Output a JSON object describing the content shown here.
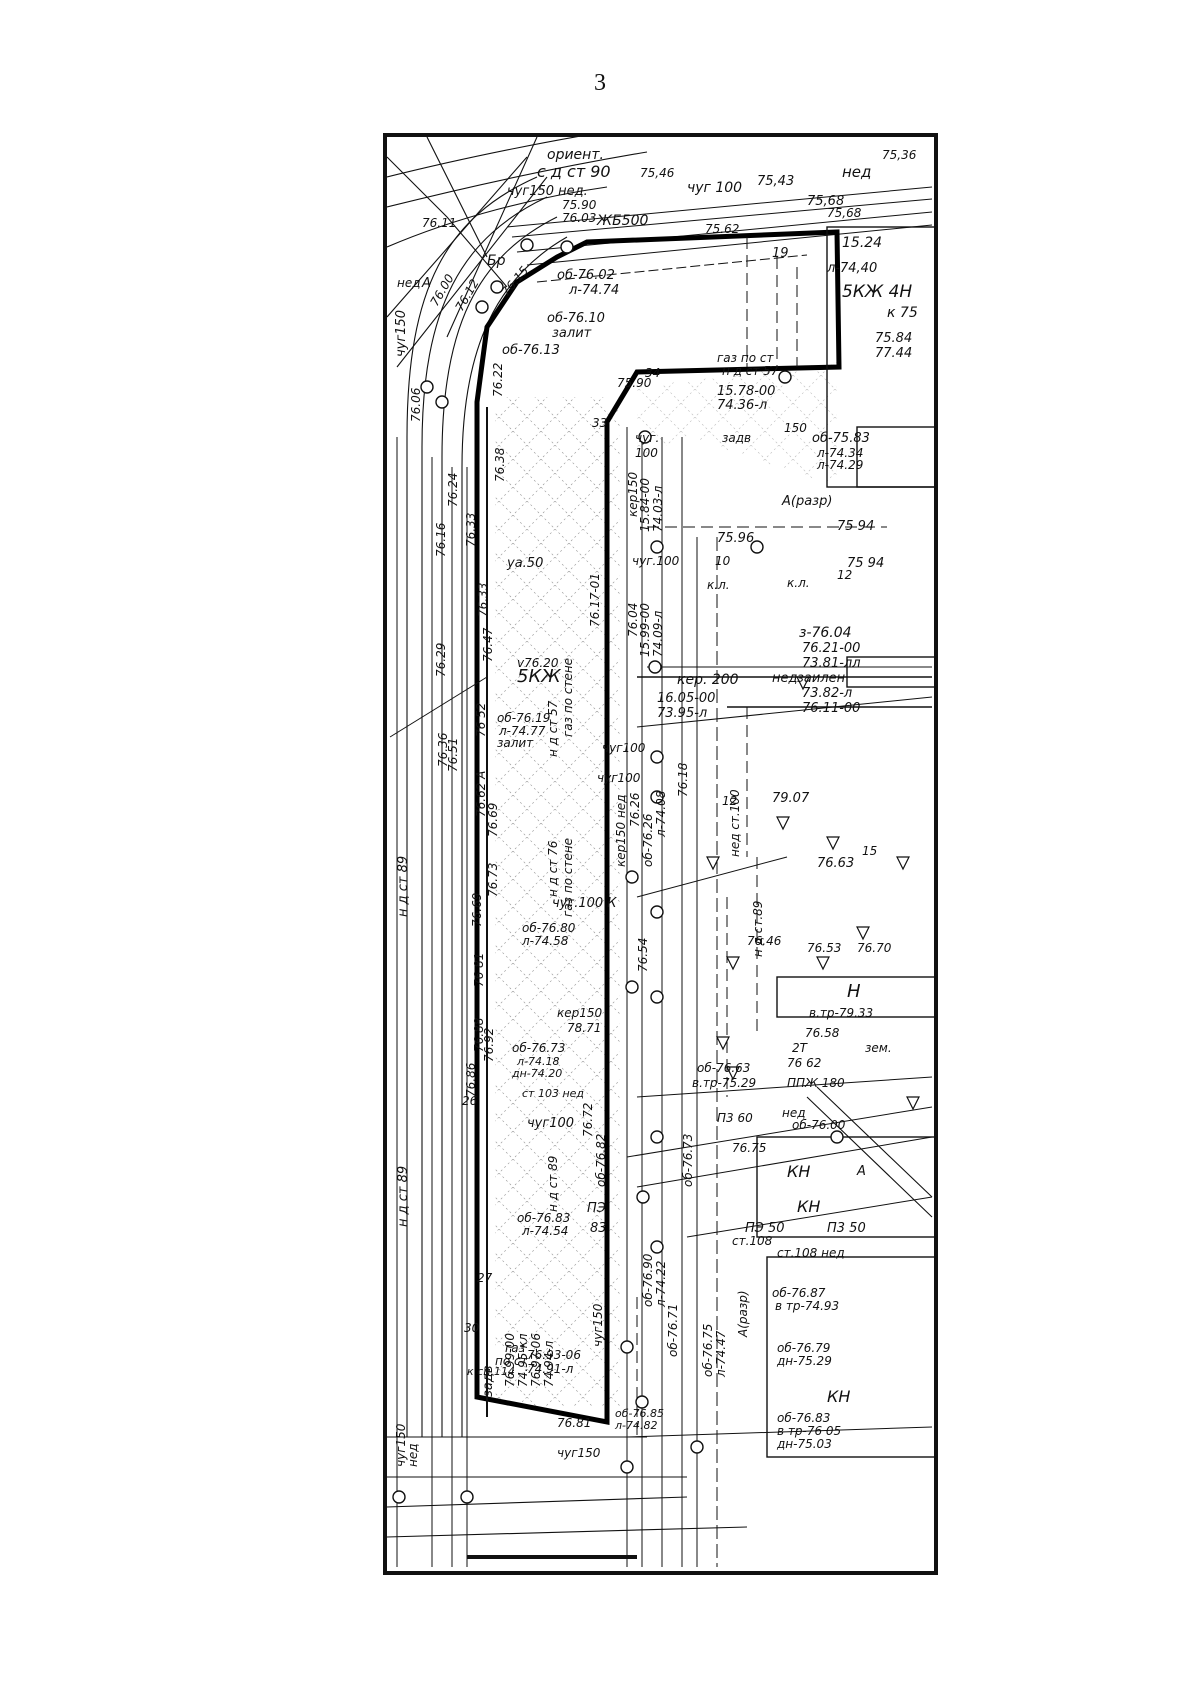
{
  "page": {
    "number": "3"
  },
  "map": {
    "colors": {
      "ink": "#111111",
      "paper": "#ffffff"
    },
    "labels": {
      "orient": "ориент.",
      "sdst90": "с д ст 90",
      "chug100_top": "чуг 100",
      "v7543": "75,43",
      "ned_top": "нед",
      "v7536": "75,36",
      "zhb500": "ЖБ500",
      "v7546": "75,46",
      "chug150ned": "чуг150 нед.",
      "v7590": "75.90",
      "v7603": "76.03",
      "v7562": "75.62",
      "v7568": "75,68",
      "v7568b": "75,68",
      "ob7602": "об-76.02",
      "l7474": "л-74.74",
      "ob7610": "об-76.10",
      "zalit": "залит",
      "v1524": "15.24",
      "l7440": "л-74,40",
      "n19": "19",
      "lbl5kzh4n": "5КЖ 4Н",
      "k75": "к 75",
      "v7584": "75.84",
      "v7744": "77.44",
      "ob7613": "об-76.13",
      "gaz_po_st": "газ по ст",
      "ndst57": "н д ст 57",
      "v7590b": "75.90",
      "n34": "34",
      "v1578": "15.78-00",
      "v7436": "74.36-л",
      "n33": "33",
      "chug_label": "чуг.",
      "n100": "100",
      "zadv": "задв",
      "v150": "150",
      "ob7583": "об-75.83",
      "l7434": "л-74.34",
      "l7429": "л-74.29",
      "v7622": "76.22",
      "v7638": "76.38",
      "chug150": "чуг150",
      "ker150": "кер150",
      "v1584": "15.84-00",
      "v7403": "74.03-л",
      "Arazr": "А(разр)",
      "v7596": "75.96",
      "v7594": "75 94",
      "v7594b": "75 94",
      "n10": "10",
      "kl": "к.л.",
      "kl2": "к.л.",
      "n12": "12",
      "chug100b": "чуг.100",
      "v7616": "76.16",
      "v7624": "76.24",
      "v7633": "76.33",
      "ya50": "уа.50",
      "v7633b": "76.33",
      "v7647": "76.47",
      "v7617": "76.17-01",
      "v7604": "76.04",
      "v7609": "74.09-л",
      "v15996": "15.99-00",
      "z7604": "з-76.04",
      "v7621": "76.21-00",
      "v7381": "73.81-лл",
      "zailen": "заилен",
      "ker200": "кер. 200",
      "ned2": "нед",
      "v7382": "73.82-л",
      "v7611": "76.11-00",
      "v16005": "16.05-00",
      "v7395": "73.95-л",
      "lbl5kzh": "5КЖ",
      "v7620": "v76.20",
      "ndst57b": "н д ст 57",
      "gaz_po_stene": "газ по стене",
      "ob7619": "об-76.19",
      "l7477": "л-74.77",
      "zalit2": "залит",
      "v7652": "76 52",
      "v7662A": "76.62 А",
      "v7629": "76.29",
      "v7636": "76.36",
      "v7651": "76.51",
      "chug100c": "чуг100",
      "chug100d": "чуг100",
      "ker150ned": "кер150 нед",
      "v7626": "76.26",
      "ob7626": "об-76.26",
      "l7408": "л-74.08",
      "v7618": "76.18",
      "ned_st100": "нед ст.100",
      "v7907": "79.07",
      "v7663": "76.63",
      "n15": "15",
      "n12b": "12",
      "v7669": "76.69",
      "v7673": "76.73",
      "v7669b": "76.69",
      "v7681": "76 81",
      "ndst76": "н д ст 76",
      "gaz_po_stene2": "газ по стене",
      "ndst89": "н д ст 89",
      "ndst89b": "н д ст.89",
      "chug100k": "чуг.100 К",
      "ob7680": "об-76.80",
      "l7458": "л-74.58",
      "v7654": "76.54",
      "v7646": "76.46",
      "v7653": "76.53",
      "v7670": "76.70",
      "N": "Н",
      "etr7933": "в.тр-79.33",
      "v7658": "76.58",
      "zem": "зем.",
      "ker150b": "кер150",
      "v7871": "78.71",
      "ob7673": "об-76.73",
      "l7418": "л-74.18",
      "dn7420": "дн-74.20",
      "st103ned": "ст 103 нед",
      "v7672": "76.72",
      "ob7663": "об-76.63",
      "etr7529": "в.тр-75.29",
      "ppzh180": "ППЖ 180",
      "v7662": "76 62",
      "T2": "2Т",
      "chug100e": "чуг100",
      "ob7682": "об-76.82",
      "ob7673b": "об-76.73",
      "P3_60": "П3 60",
      "ned3": "нед",
      "ob7600": "об-76.00",
      "v7675": "76.75",
      "KN": "КН",
      "KN2": "КН",
      "P3_50": "ПЭ 50",
      "P3_50b": "П3 50",
      "st108ned": "ст.108 нед",
      "ob7683": "об-76.83",
      "l7454": "л-74.54",
      "P3": "ПЭ",
      "n83": "83",
      "ob7690": "об-76.90",
      "l7422": "л-74.22",
      "st108": "ст.108",
      "ob7687": "об-76.87",
      "etr7493": "в тр-74.93",
      "zadv2": "задв",
      "v7699": "76.99-00",
      "v7495": "74.95-кл",
      "v7697": "76.97-06",
      "v7494": "74.94-л",
      "ob7679": "об-76.79",
      "dn7529": "дн-75.29",
      "gaz": "газ",
      "pocm": "по ст",
      "v7693": "76.93-06",
      "v7491": "74.91-л",
      "ksp114": "к сп.114",
      "chug150b": "чуг150",
      "ob7671": "об-76.71",
      "ob7675": "об-76.75",
      "l7447": "л-74.47",
      "Arazr2": "А(разр)",
      "KN3": "КН",
      "v7681b": "76.81",
      "ob7685": "об-76.85",
      "l7482": "л-74.82",
      "ob7683b": "об-76.83",
      "etr7605": "в тр-76 05",
      "dn7503": "дн-75.03",
      "chug150c": "чуг150",
      "v7606": "76.06",
      "v7692": "76.92",
      "v7686": "76.86",
      "v7688": "76.88",
      "n26": "26",
      "n30": "30",
      "n27": "27",
      "ndst89c": "н д ст 89",
      "ndst89d": "н д ст 89",
      "ned4": "нед",
      "chug150d": "чуг150",
      "v7611b": "76.11",
      "Br": "Бр",
      "A": "А",
      "A2": "А",
      "v7612": "76.12",
      "v7600": "76.00",
      "ned5": "нед",
      "v7615": "76.15"
    }
  }
}
